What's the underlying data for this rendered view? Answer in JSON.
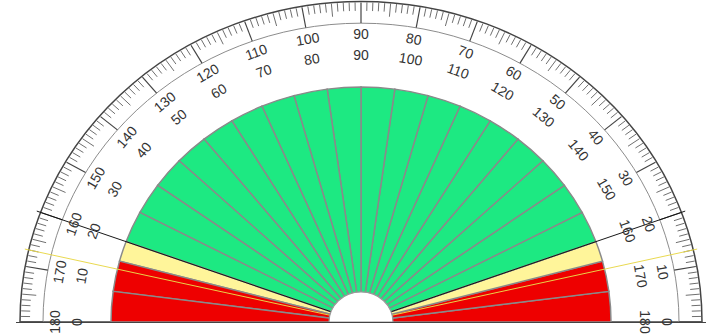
{
  "diagram": {
    "labels": [
      "180",
      "170",
      "160",
      "150",
      "140",
      "130",
      "120",
      "110",
      "100",
      "90",
      "80",
      "70",
      "60",
      "50",
      "40",
      "30",
      "20",
      "10",
      "0",
      "0",
      "10",
      "20",
      "30",
      "40",
      "50",
      "60",
      "70",
      "80",
      "90",
      "100",
      "110",
      "120",
      "130",
      "140",
      "150",
      "160",
      "170",
      "180"
    ]
  }
}
